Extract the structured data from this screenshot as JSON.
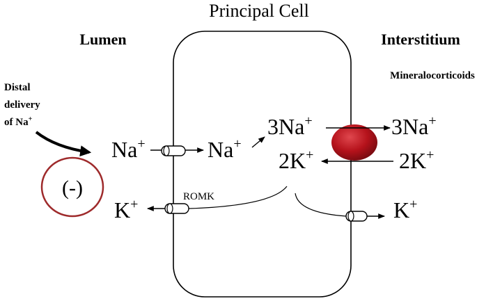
{
  "title": "Principal Cell",
  "labels": {
    "lumen": "Lumen",
    "interstitium": "Interstitium",
    "hormone": "Mineralocorticoids",
    "distal_line1": "Distal",
    "distal_line2": "delivery",
    "distal_line3": "of Na",
    "distal_line3_sup": "+",
    "charge": "(-)",
    "romk": "ROMK"
  },
  "ions": {
    "na_lumen": "Na",
    "na_cell": "Na",
    "na3_cell": "3Na",
    "na3_interstitium": "3Na",
    "k2_cell": "2K",
    "k2_interstitium": "2K",
    "k_lumen": "K",
    "k_interstitium": "K",
    "plus": "+"
  },
  "colors": {
    "pump_fill": "#b5121b",
    "pump_highlight": "#e0474e",
    "charge_circle": "#9e2a2b",
    "line": "#000000"
  }
}
